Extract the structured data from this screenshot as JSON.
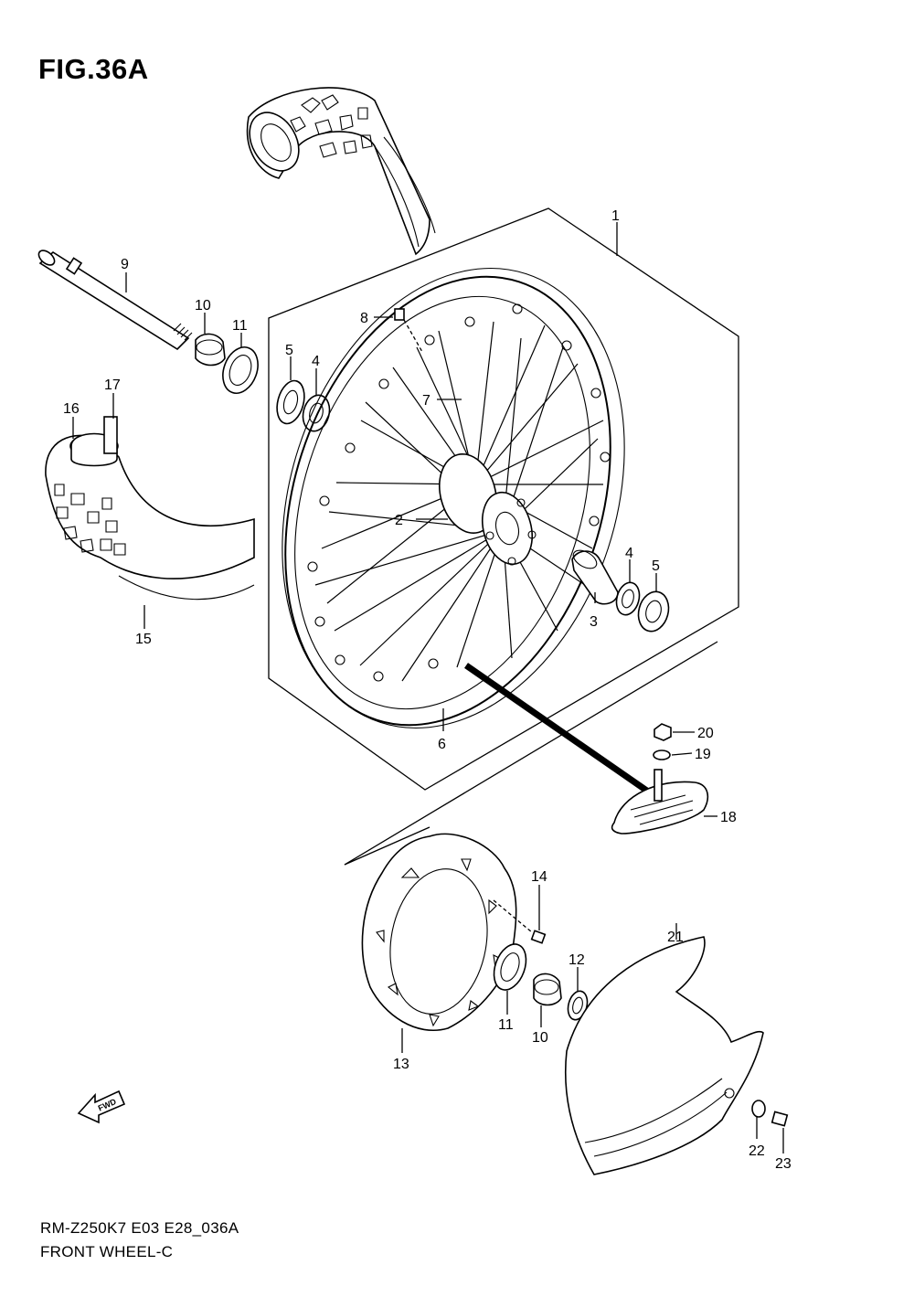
{
  "figure": {
    "title": "FIG.36A",
    "model_code": "RM-Z250K7 E03 E28_036A",
    "section_name": "FRONT WHEEL-C",
    "fwd_label": "FWD"
  },
  "callouts": [
    {
      "id": "c1",
      "label": "1"
    },
    {
      "id": "c2",
      "label": "2"
    },
    {
      "id": "c3",
      "label": "3"
    },
    {
      "id": "c4a",
      "label": "4"
    },
    {
      "id": "c4b",
      "label": "4"
    },
    {
      "id": "c5a",
      "label": "5"
    },
    {
      "id": "c5b",
      "label": "5"
    },
    {
      "id": "c6",
      "label": "6"
    },
    {
      "id": "c7",
      "label": "7"
    },
    {
      "id": "c8",
      "label": "8"
    },
    {
      "id": "c9",
      "label": "9"
    },
    {
      "id": "c10a",
      "label": "10"
    },
    {
      "id": "c10b",
      "label": "10"
    },
    {
      "id": "c11a",
      "label": "11"
    },
    {
      "id": "c11b",
      "label": "11"
    },
    {
      "id": "c12",
      "label": "12"
    },
    {
      "id": "c13",
      "label": "13"
    },
    {
      "id": "c14",
      "label": "14"
    },
    {
      "id": "c15",
      "label": "15"
    },
    {
      "id": "c16",
      "label": "16"
    },
    {
      "id": "c17",
      "label": "17"
    },
    {
      "id": "c18",
      "label": "18"
    },
    {
      "id": "c19",
      "label": "19"
    },
    {
      "id": "c20",
      "label": "20"
    },
    {
      "id": "c21",
      "label": "21"
    },
    {
      "id": "c22",
      "label": "22"
    },
    {
      "id": "c23",
      "label": "23"
    }
  ]
}
